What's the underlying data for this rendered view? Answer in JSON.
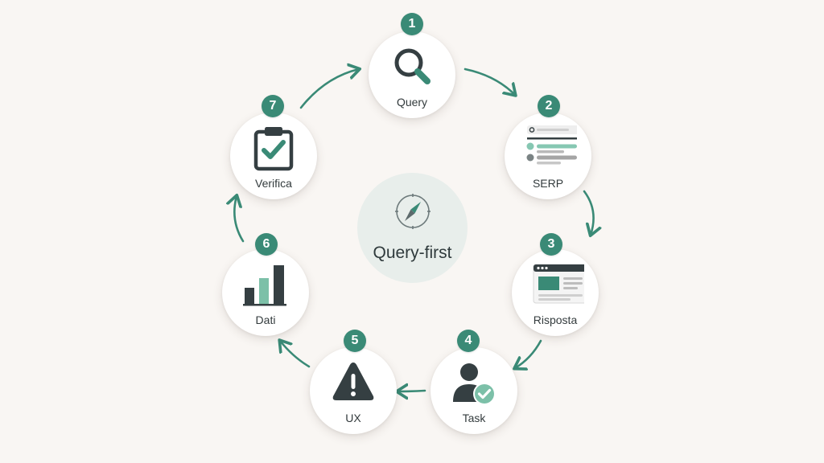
{
  "center": {
    "title": "Query-first",
    "icon": "compass-icon"
  },
  "accent_color": "#3a8a76",
  "steps": [
    {
      "number": "1",
      "label": "Query",
      "icon": "magnifier-icon"
    },
    {
      "number": "2",
      "label": "SERP",
      "icon": "serp-list-icon"
    },
    {
      "number": "3",
      "label": "Risposta",
      "icon": "webpage-icon"
    },
    {
      "number": "4",
      "label": "Task",
      "icon": "user-check-icon"
    },
    {
      "number": "5",
      "label": "UX",
      "icon": "warning-icon"
    },
    {
      "number": "6",
      "label": "Dati",
      "icon": "bar-chart-icon"
    },
    {
      "number": "7",
      "label": "Verifica",
      "icon": "clipboard-check-icon"
    }
  ]
}
